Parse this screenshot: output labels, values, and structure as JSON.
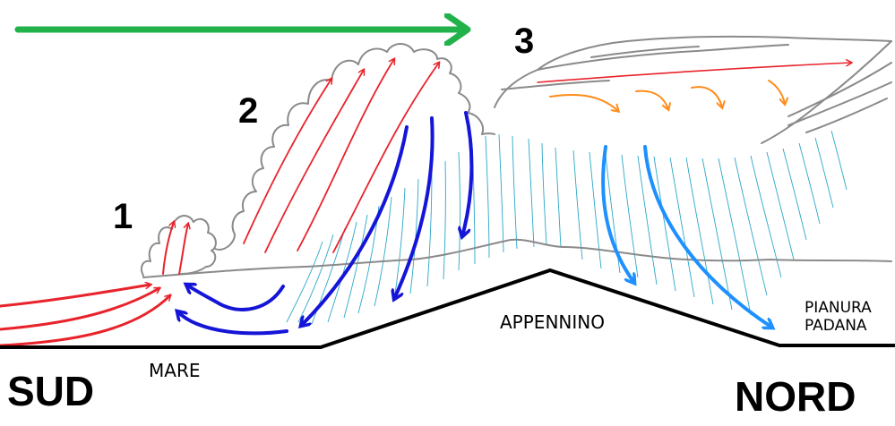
{
  "labels": {
    "stage_1": "1",
    "stage_2": "2",
    "stage_3": "3",
    "south": "SUD",
    "north": "NORD",
    "sea": "MARE",
    "mountains": "APPENNINO",
    "plain_line1": "PIANURA",
    "plain_line2": "PADANA"
  },
  "colors": {
    "updraft": "#e8232b",
    "downdraft": "#1515d8",
    "precipitation": "#1e90ff",
    "rain_streaks": "#2aa7c9",
    "upper_wind": "#22b24c",
    "anvil_outflow": "#ff8c1a",
    "cloud_outline": "#8a8a8a",
    "terrain": "#000000"
  }
}
